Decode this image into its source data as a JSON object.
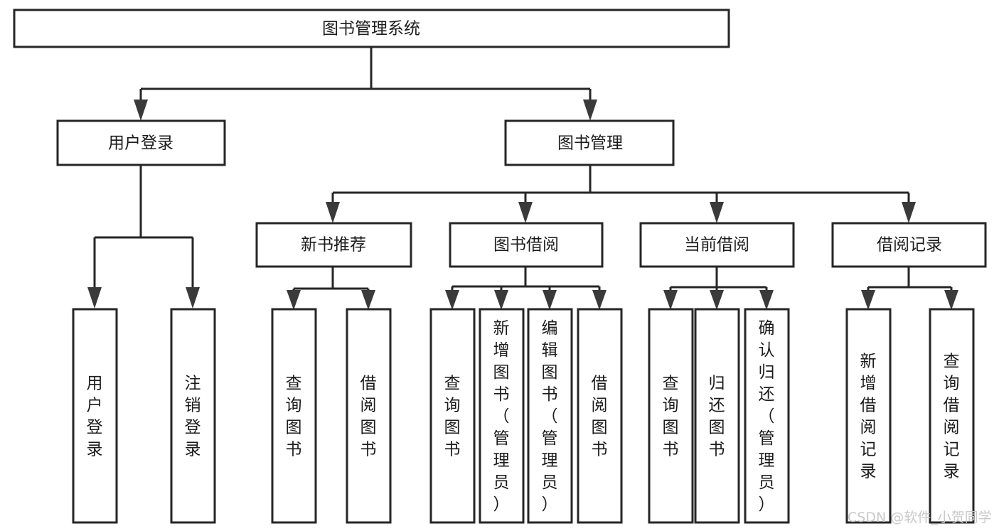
{
  "diagram": {
    "type": "tree-hierarchy-chart",
    "title": "图书管理系统",
    "root": {
      "id": "root",
      "label": "图书管理系统",
      "orientation": "horizontal"
    },
    "level2": [
      {
        "id": "user-login",
        "label": "用户登录",
        "orientation": "horizontal"
      },
      {
        "id": "book-management",
        "label": "图书管理",
        "orientation": "horizontal"
      }
    ],
    "level3": [
      {
        "id": "new-book-recommend",
        "label": "新书推荐",
        "orientation": "horizontal",
        "parent": "book-management"
      },
      {
        "id": "book-borrow",
        "label": "图书借阅",
        "orientation": "horizontal",
        "parent": "book-management"
      },
      {
        "id": "current-borrow",
        "label": "当前借阅",
        "orientation": "horizontal",
        "parent": "book-management"
      },
      {
        "id": "borrow-record",
        "label": "借阅记录",
        "orientation": "horizontal",
        "parent": "book-management"
      }
    ],
    "leaves": [
      {
        "id": "leaf-user-login",
        "label": "用户登录",
        "parent": "user-login",
        "orientation": "vertical"
      },
      {
        "id": "leaf-logout",
        "label": "注销登录",
        "parent": "user-login",
        "orientation": "vertical"
      },
      {
        "id": "leaf-query-book-1",
        "label": "查询图书",
        "parent": "new-book-recommend",
        "orientation": "vertical"
      },
      {
        "id": "leaf-borrow-book-1",
        "label": "借阅图书",
        "parent": "new-book-recommend",
        "orientation": "vertical"
      },
      {
        "id": "leaf-query-book-2",
        "label": "查询图书",
        "parent": "book-borrow",
        "orientation": "vertical"
      },
      {
        "id": "leaf-add-book",
        "label": "新增图书（管理员）",
        "parent": "book-borrow",
        "orientation": "vertical"
      },
      {
        "id": "leaf-edit-book",
        "label": "编辑图书（管理员）",
        "parent": "book-borrow",
        "orientation": "vertical"
      },
      {
        "id": "leaf-borrow-book-2",
        "label": "借阅图书",
        "parent": "book-borrow",
        "orientation": "vertical"
      },
      {
        "id": "leaf-query-book-3",
        "label": "查询图书",
        "parent": "current-borrow",
        "orientation": "vertical"
      },
      {
        "id": "leaf-return-book",
        "label": "归还图书",
        "parent": "current-borrow",
        "orientation": "vertical"
      },
      {
        "id": "leaf-confirm-return",
        "label": "确认归还（管理员）",
        "parent": "current-borrow",
        "orientation": "vertical"
      },
      {
        "id": "leaf-add-record",
        "label": "新增借阅记录",
        "parent": "borrow-record",
        "orientation": "vertical"
      },
      {
        "id": "leaf-query-record",
        "label": "查询借阅记录",
        "parent": "borrow-record",
        "orientation": "vertical"
      }
    ],
    "watermark": "CSDN @软件_小贺同学",
    "colors": {
      "box_stroke": "#262626",
      "box_fill": "#ffffff",
      "text": "#1b1b1b",
      "connector": "#262626",
      "watermark": "#c9c9c9",
      "background": "#ffffff"
    }
  }
}
